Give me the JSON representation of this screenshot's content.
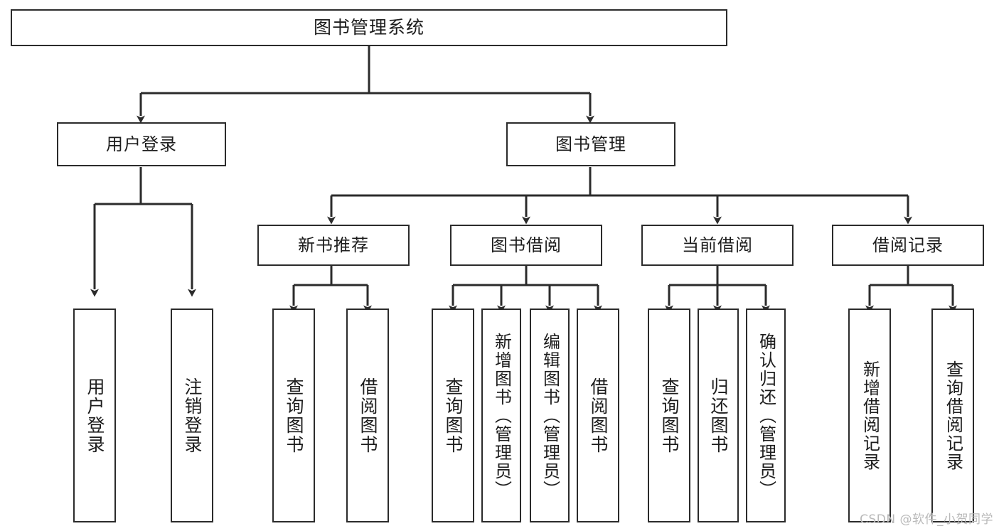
{
  "diagram": {
    "title": "图书管理系统",
    "type": "tree-hierarchy",
    "watermark": "CSDN @软件_小贺同学",
    "colors": {
      "background": "#ffffff",
      "box_fill": "#ffffff",
      "box_border": "#2b2b2b",
      "connector": "#2b2b2b",
      "text": "#1d1d1d",
      "watermark": "#b9b9b9"
    },
    "nodes": {
      "root": {
        "label": "图书管理系统"
      },
      "level1": [
        {
          "label": "用户登录"
        },
        {
          "label": "图书管理"
        }
      ],
      "level2": [
        {
          "label": "新书推荐"
        },
        {
          "label": "图书借阅"
        },
        {
          "label": "当前借阅"
        },
        {
          "label": "借阅记录"
        }
      ],
      "leaves": {
        "user_login": [
          {
            "label": "用户登录"
          },
          {
            "label": "注销登录"
          }
        ],
        "new_book_recommend": [
          {
            "label": "查询图书"
          },
          {
            "label": "借阅图书"
          }
        ],
        "book_borrow": [
          {
            "label": "查询图书"
          },
          {
            "label": "新增图书（管理员）"
          },
          {
            "label": "编辑图书（管理员）"
          },
          {
            "label": "借阅图书"
          }
        ],
        "current_borrow": [
          {
            "label": "查询图书"
          },
          {
            "label": "归还图书"
          },
          {
            "label": "确认归还（管理员）"
          }
        ],
        "borrow_record": [
          {
            "label": "新增借阅记录"
          },
          {
            "label": "查询借阅记录"
          }
        ]
      }
    }
  }
}
